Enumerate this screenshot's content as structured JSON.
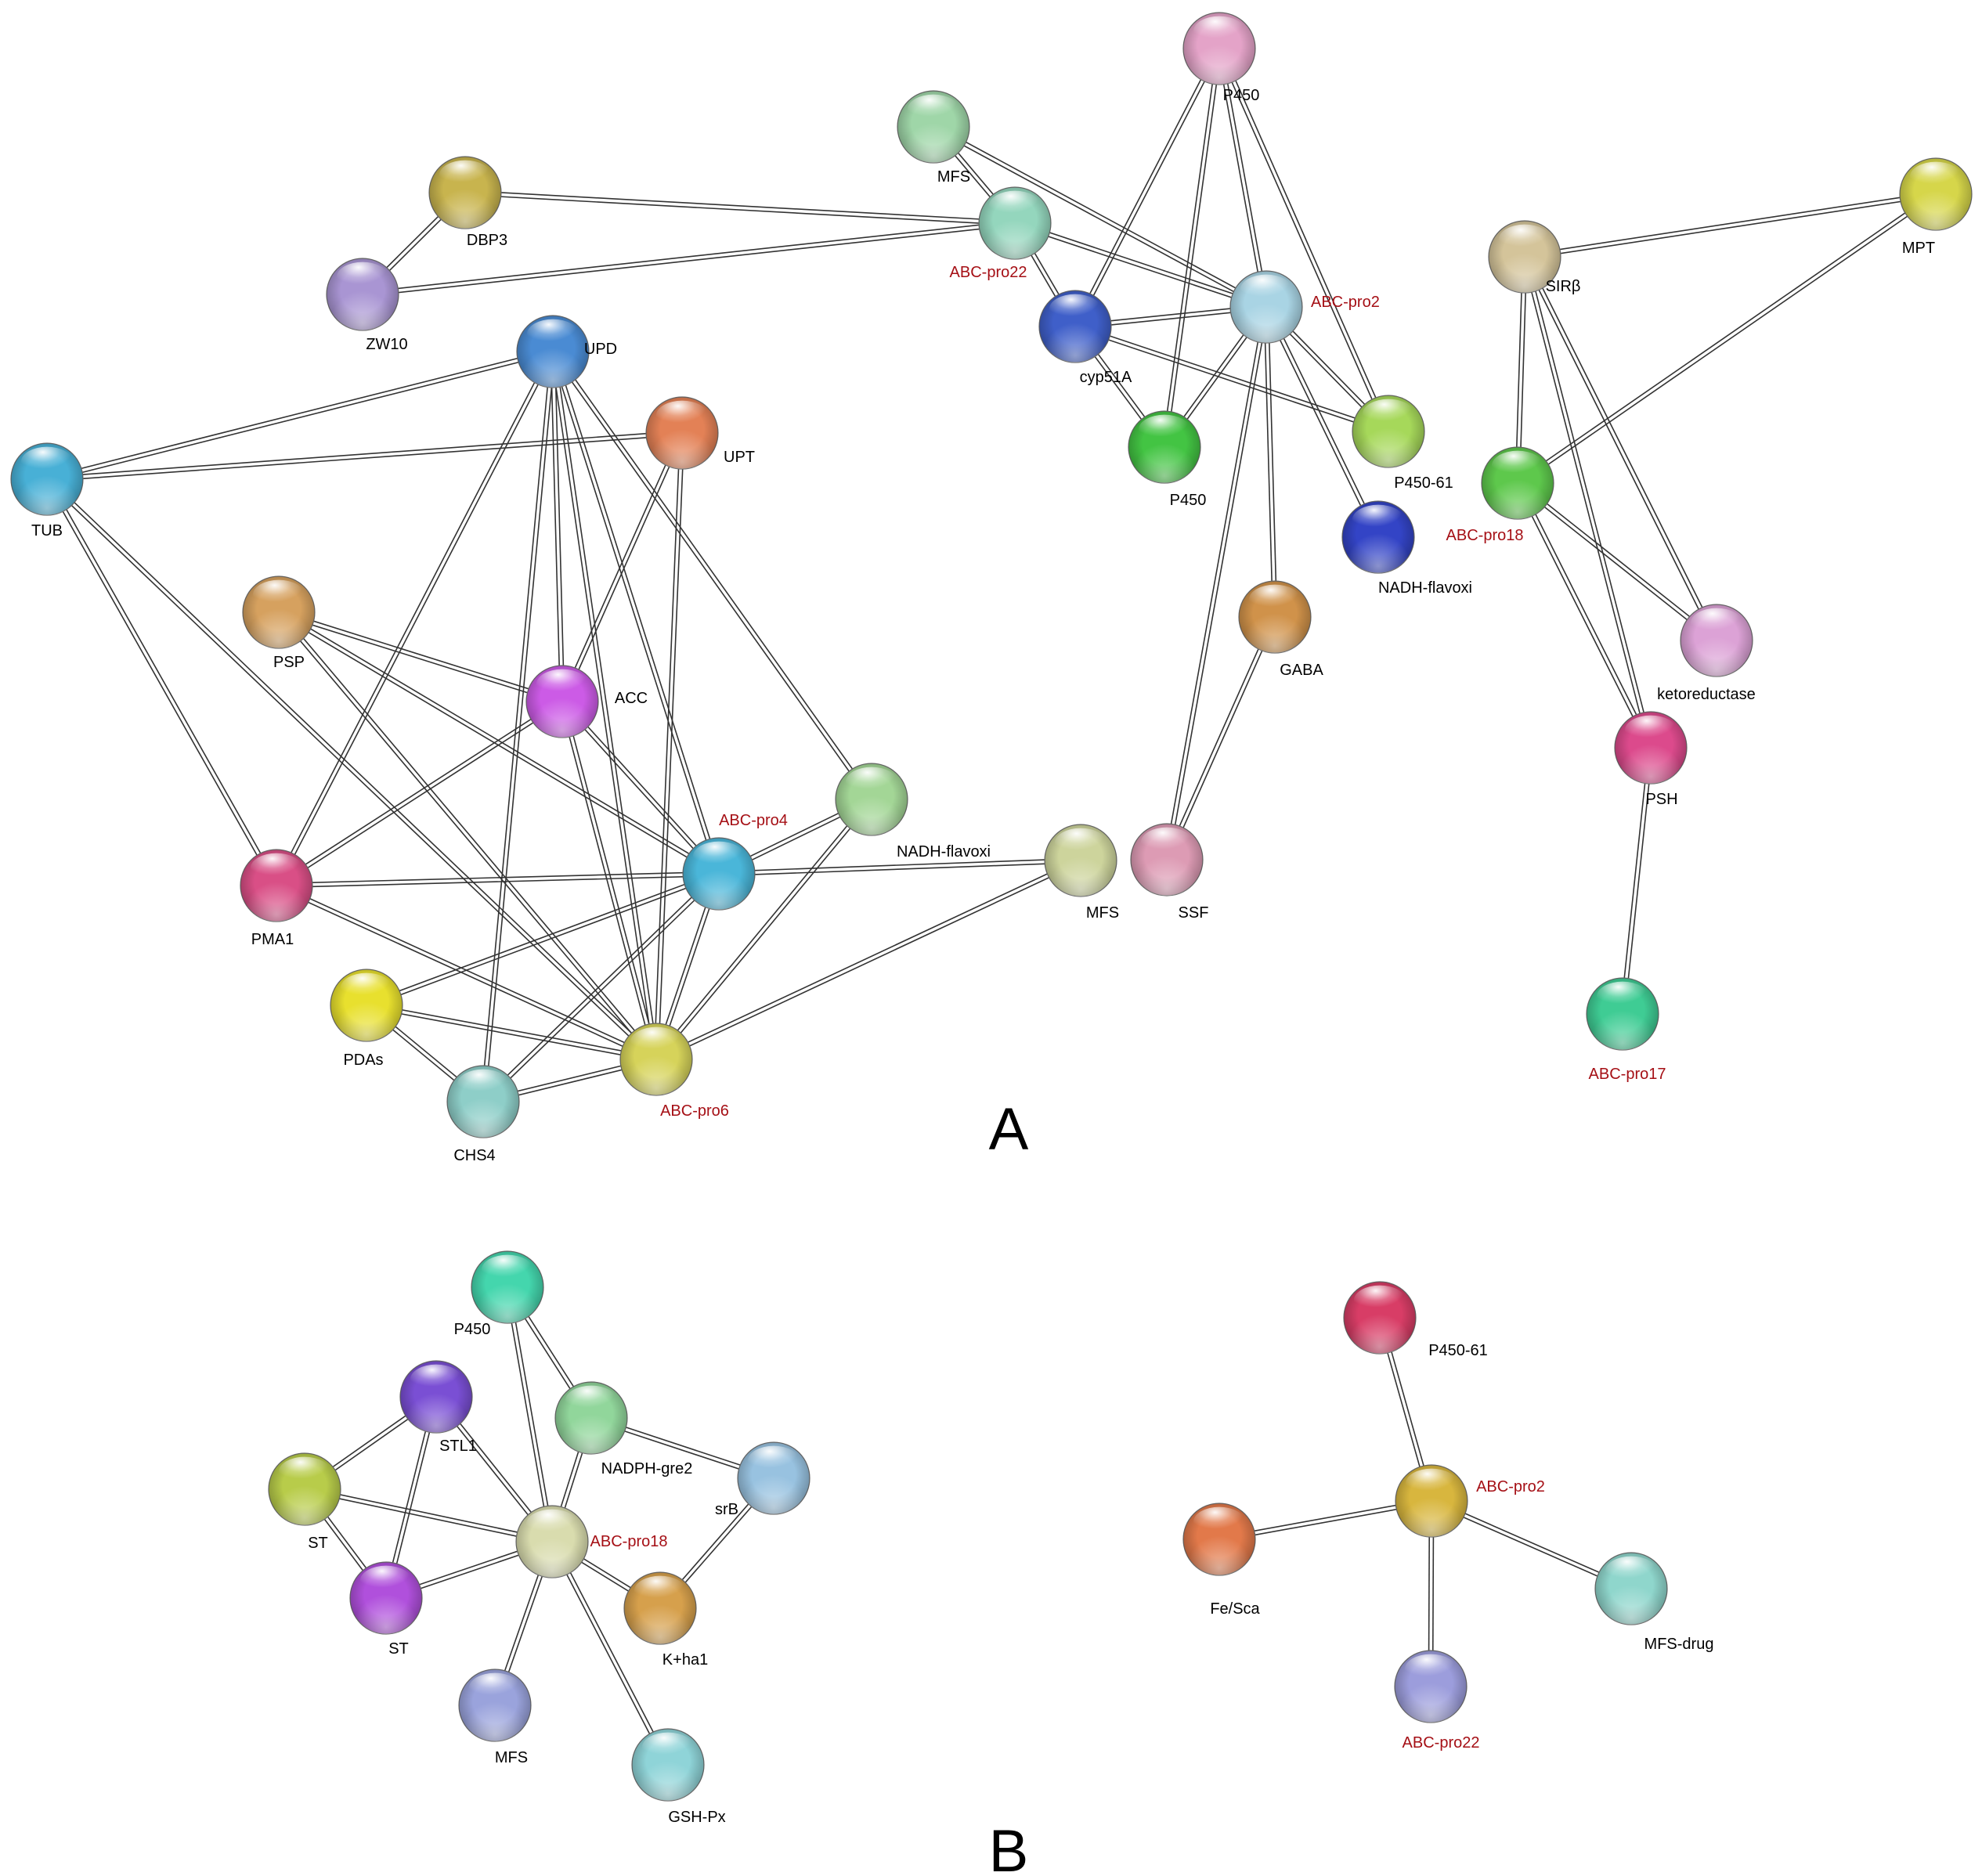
{
  "panels": [
    {
      "letter": "A",
      "nodes": [
        {
          "id": "p450_top",
          "label": "P450",
          "color": "#e4a3c8",
          "label_color": "#000000"
        },
        {
          "id": "mfs_a1",
          "label": "MFS",
          "color": "#9fd6a8",
          "label_color": "#000000"
        },
        {
          "id": "abc22_a",
          "label": "ABC-pro22",
          "color": "#94d6bd",
          "label_color": "#a50f15"
        },
        {
          "id": "dbp3",
          "label": "DBP3",
          "color": "#c8b44e",
          "label_color": "#000000"
        },
        {
          "id": "zw10",
          "label": "ZW10",
          "color": "#a995d3",
          "label_color": "#000000"
        },
        {
          "id": "cyp51a",
          "label": "cyp51A",
          "color": "#3f5fc9",
          "label_color": "#000000"
        },
        {
          "id": "abc2_a",
          "label": "ABC-pro2",
          "color": "#a9d4e4",
          "label_color": "#a50f15"
        },
        {
          "id": "p450_mid",
          "label": "P450",
          "color": "#43c443",
          "label_color": "#000000"
        },
        {
          "id": "p450_61_a",
          "label": "P450-61",
          "color": "#a6d85a",
          "label_color": "#000000"
        },
        {
          "id": "nadh_a1",
          "label": "NADH-flavoxi",
          "color": "#3344c6",
          "label_color": "#000000"
        },
        {
          "id": "gaba",
          "label": "GABA",
          "color": "#d0924a",
          "label_color": "#000000"
        },
        {
          "id": "ssf",
          "label": "SSF",
          "color": "#dd9bb4",
          "label_color": "#000000"
        },
        {
          "id": "mfs_a2",
          "label": "MFS",
          "color": "#cdd49c",
          "label_color": "#000000"
        },
        {
          "id": "nadh_a2",
          "label": "NADH-flavoxi",
          "color": "#a3d696",
          "label_color": "#000000"
        },
        {
          "id": "upd",
          "label": "UPD",
          "color": "#4a8bd3",
          "label_color": "#000000"
        },
        {
          "id": "upt",
          "label": "UPT",
          "color": "#e38156",
          "label_color": "#000000"
        },
        {
          "id": "tub",
          "label": "TUB",
          "color": "#48b0d6",
          "label_color": "#000000"
        },
        {
          "id": "psp",
          "label": "PSP",
          "color": "#d6a15f",
          "label_color": "#000000"
        },
        {
          "id": "acc",
          "label": "ACC",
          "color": "#cc5be6",
          "label_color": "#000000"
        },
        {
          "id": "abc4",
          "label": "ABC-pro4",
          "color": "#4ab6d9",
          "label_color": "#a50f15"
        },
        {
          "id": "pma1",
          "label": "PMA1",
          "color": "#d94f86",
          "label_color": "#000000"
        },
        {
          "id": "pdas",
          "label": "PDAs",
          "color": "#e8e02e",
          "label_color": "#000000"
        },
        {
          "id": "chs4",
          "label": "CHS4",
          "color": "#8ecec8",
          "label_color": "#000000"
        },
        {
          "id": "abc6",
          "label": "ABC-pro6",
          "color": "#d6d35a",
          "label_color": "#a50f15"
        },
        {
          "id": "sirb",
          "label": "SIRβ",
          "color": "#d4c49a",
          "label_color": "#000000"
        },
        {
          "id": "mpt",
          "label": "MPT",
          "color": "#d6d64a",
          "label_color": "#000000"
        },
        {
          "id": "abc18_a",
          "label": "ABC-pro18",
          "color": "#5ec84c",
          "label_color": "#a50f15"
        },
        {
          "id": "ketored",
          "label": "ketoreductase",
          "color": "#dca2d6",
          "label_color": "#000000"
        },
        {
          "id": "psh",
          "label": "PSH",
          "color": "#dc4a8c",
          "label_color": "#000000"
        },
        {
          "id": "abc17",
          "label": "ABC-pro17",
          "color": "#3fcc94",
          "label_color": "#a50f15"
        }
      ],
      "edges": [
        [
          "p450_top",
          "cyp51a"
        ],
        [
          "p450_top",
          "p450_mid"
        ],
        [
          "p450_top",
          "abc2_a"
        ],
        [
          "p450_top",
          "p450_61_a"
        ],
        [
          "mfs_a1",
          "abc22_a"
        ],
        [
          "mfs_a1",
          "abc2_a"
        ],
        [
          "abc22_a",
          "dbp3"
        ],
        [
          "abc22_a",
          "zw10"
        ],
        [
          "abc22_a",
          "abc2_a"
        ],
        [
          "abc22_a",
          "cyp51a"
        ],
        [
          "dbp3",
          "zw10"
        ],
        [
          "cyp51a",
          "abc2_a"
        ],
        [
          "cyp51a",
          "p450_mid"
        ],
        [
          "cyp51a",
          "p450_61_a"
        ],
        [
          "abc2_a",
          "p450_mid"
        ],
        [
          "abc2_a",
          "p450_61_a"
        ],
        [
          "abc2_a",
          "nadh_a1"
        ],
        [
          "abc2_a",
          "gaba"
        ],
        [
          "abc2_a",
          "ssf"
        ],
        [
          "gaba",
          "ssf"
        ],
        [
          "mfs_a2",
          "abc4"
        ],
        [
          "mfs_a2",
          "abc6"
        ],
        [
          "upd",
          "tub"
        ],
        [
          "upd",
          "pma1"
        ],
        [
          "upd",
          "acc"
        ],
        [
          "upd",
          "abc4"
        ],
        [
          "upd",
          "abc6"
        ],
        [
          "upd",
          "chs4"
        ],
        [
          "upd",
          "nadh_a2"
        ],
        [
          "upt",
          "tub"
        ],
        [
          "upt",
          "acc"
        ],
        [
          "upt",
          "abc6"
        ],
        [
          "tub",
          "pma1"
        ],
        [
          "tub",
          "abc6"
        ],
        [
          "psp",
          "acc"
        ],
        [
          "psp",
          "abc4"
        ],
        [
          "psp",
          "abc6"
        ],
        [
          "acc",
          "pma1"
        ],
        [
          "acc",
          "abc4"
        ],
        [
          "acc",
          "abc6"
        ],
        [
          "nadh_a2",
          "abc4"
        ],
        [
          "nadh_a2",
          "abc6"
        ],
        [
          "abc4",
          "pma1"
        ],
        [
          "abc4",
          "pdas"
        ],
        [
          "abc4",
          "chs4"
        ],
        [
          "abc4",
          "abc6"
        ],
        [
          "pma1",
          "abc6"
        ],
        [
          "pdas",
          "abc6"
        ],
        [
          "pdas",
          "chs4"
        ],
        [
          "chs4",
          "abc6"
        ],
        [
          "sirb",
          "mpt"
        ],
        [
          "sirb",
          "abc18_a"
        ],
        [
          "sirb",
          "ketored"
        ],
        [
          "sirb",
          "psh"
        ],
        [
          "mpt",
          "abc18_a"
        ],
        [
          "abc18_a",
          "ketored"
        ],
        [
          "abc18_a",
          "psh"
        ],
        [
          "psh",
          "abc17"
        ]
      ]
    },
    {
      "letter": "B",
      "nodes": [
        {
          "id": "p450_b",
          "label": "P450",
          "color": "#44d6ad",
          "label_color": "#000000"
        },
        {
          "id": "stl1",
          "label": "STL1",
          "color": "#7a4fd4",
          "label_color": "#000000"
        },
        {
          "id": "nadph",
          "label": "NADPH-gre2",
          "color": "#91d69b",
          "label_color": "#000000"
        },
        {
          "id": "srb",
          "label": "srB",
          "color": "#98c2e0",
          "label_color": "#000000"
        },
        {
          "id": "st1",
          "label": "ST",
          "color": "#b8cc4a",
          "label_color": "#000000"
        },
        {
          "id": "abc18_b",
          "label": "ABC-pro18",
          "color": "#d9dcae",
          "label_color": "#a50f15"
        },
        {
          "id": "st2",
          "label": "ST",
          "color": "#b050dc",
          "label_color": "#000000"
        },
        {
          "id": "kha1",
          "label": "K+ha1",
          "color": "#d6a04c",
          "label_color": "#000000"
        },
        {
          "id": "mfs_b",
          "label": "MFS",
          "color": "#9aa3dc",
          "label_color": "#000000"
        },
        {
          "id": "gshpx",
          "label": "GSH-Px",
          "color": "#8fd4d8",
          "label_color": "#000000"
        },
        {
          "id": "p450_61_b",
          "label": "P450-61",
          "color": "#d83d66",
          "label_color": "#000000"
        },
        {
          "id": "abc2_b",
          "label": "ABC-pro2",
          "color": "#d8b63e",
          "label_color": "#a50f15"
        },
        {
          "id": "fesca",
          "label": "Fe/Sca",
          "color": "#e2794a",
          "label_color": "#000000"
        },
        {
          "id": "mfsdrug",
          "label": "MFS-drug",
          "color": "#8fd6cc",
          "label_color": "#000000"
        },
        {
          "id": "abc22_b",
          "label": "ABC-pro22",
          "color": "#9c9ddc",
          "label_color": "#a50f15"
        }
      ],
      "edges": [
        [
          "p450_b",
          "nadph"
        ],
        [
          "p450_b",
          "abc18_b"
        ],
        [
          "stl1",
          "st1"
        ],
        [
          "stl1",
          "st2"
        ],
        [
          "stl1",
          "abc18_b"
        ],
        [
          "nadph",
          "srb"
        ],
        [
          "nadph",
          "abc18_b"
        ],
        [
          "srb",
          "kha1"
        ],
        [
          "st1",
          "st2"
        ],
        [
          "st1",
          "abc18_b"
        ],
        [
          "st2",
          "abc18_b"
        ],
        [
          "abc18_b",
          "kha1"
        ],
        [
          "abc18_b",
          "mfs_b"
        ],
        [
          "abc18_b",
          "gshpx"
        ],
        [
          "p450_61_b",
          "abc2_b"
        ],
        [
          "abc2_b",
          "fesca"
        ],
        [
          "abc2_b",
          "mfsdrug"
        ],
        [
          "abc2_b",
          "abc22_b"
        ]
      ]
    }
  ]
}
